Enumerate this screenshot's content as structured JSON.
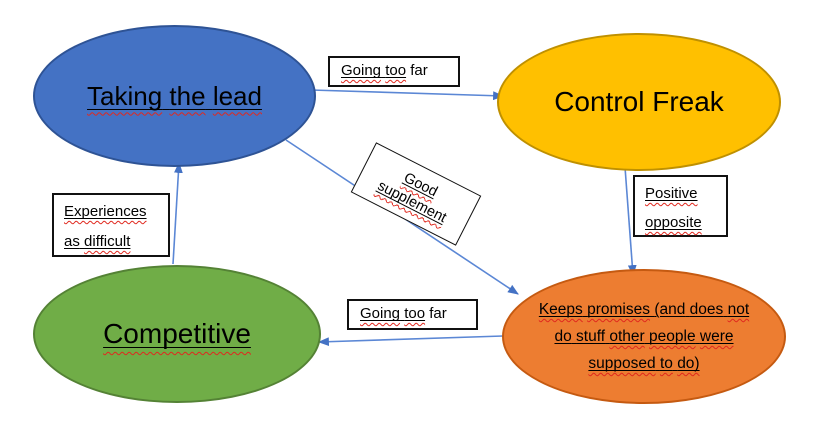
{
  "colors": {
    "canvas_bg": "#ffffff",
    "text": "#000000",
    "node_blue_fill": "#4472c4",
    "node_blue_border": "#2e5395",
    "node_gold_fill": "#ffc000",
    "node_gold_border": "#bf9000",
    "node_green_fill": "#70ad47",
    "node_green_border": "#548235",
    "node_orange_fill": "#ed7d31",
    "node_orange_border": "#c55a11",
    "connector": "#5b87d5",
    "connector_head": "#4472c4",
    "label_box_bg": "#ffffff",
    "label_box_border": "#111111",
    "squiggle": "#e0281e"
  },
  "nodes": {
    "taking_the_lead": {
      "label": "Taking the lead",
      "segments": [
        {
          "t": "Taking",
          "ul": true,
          "sq": true
        },
        {
          "t": "the",
          "ul": true,
          "sq": true
        },
        {
          "t": "lead",
          "ul": true,
          "sq": true
        }
      ]
    },
    "control_freak": {
      "label": "Control Freak",
      "segments": [
        {
          "t": "Control"
        },
        {
          "t": "Freak"
        }
      ]
    },
    "competitive": {
      "label": "Competitive",
      "segments": [
        {
          "t": "Competitive",
          "ul": true,
          "sq": true
        }
      ]
    },
    "keeps_promises": {
      "label": "Keeps promises (and does not do stuff other people were supposed to do)",
      "segments": [
        {
          "t": "Keeps",
          "ul": true,
          "sq": true
        },
        {
          "t": "promises",
          "ul": true,
          "sq": true
        },
        {
          "t": "(and",
          "ul": true
        },
        {
          "t": "does",
          "ul": true
        },
        {
          "t": "not",
          "ul": true,
          "sq": true
        },
        {
          "br": true
        },
        {
          "t": "do",
          "ul": true
        },
        {
          "t": "stuff",
          "ul": true
        },
        {
          "t": "other",
          "ul": true,
          "sq": true
        },
        {
          "t": "people",
          "ul": true,
          "sq": true
        },
        {
          "t": "were",
          "ul": true,
          "sq": true
        },
        {
          "br": true
        },
        {
          "t": "supposed",
          "ul": true,
          "sq": true
        },
        {
          "t": "to",
          "ul": true,
          "sq": true
        },
        {
          "t": "do)",
          "ul": true,
          "sq": true
        }
      ]
    }
  },
  "edge_labels": {
    "going_too_far_top": {
      "label": "Going too far",
      "segments": [
        {
          "t": "Going",
          "ul": true,
          "sq": true
        },
        {
          "t": "too",
          "ul": true,
          "sq": true
        },
        {
          "t": "far"
        }
      ]
    },
    "good_supplement": {
      "label": "Good supplement",
      "segments": [
        {
          "t": "Good",
          "ul": true,
          "sq": true
        },
        {
          "br": true
        },
        {
          "t": "supplement",
          "ul": true,
          "sq": true
        }
      ]
    },
    "positive_opposite": {
      "label": "Positive opposite",
      "segments": [
        {
          "t": "Positive",
          "ul": true,
          "sq": true
        },
        {
          "br": true
        },
        {
          "t": "opposite",
          "ul": true,
          "sq": true
        }
      ]
    },
    "experiences_as_difficult": {
      "label": "Experiences as difficult",
      "segments": [
        {
          "t": "Experiences",
          "ul": true,
          "sq": true
        },
        {
          "br": true
        },
        {
          "t": "as",
          "ul": true
        },
        {
          "t": "difficult",
          "ul": true,
          "sq": true
        }
      ]
    },
    "going_too_far_bottom": {
      "label": "Going too far",
      "segments": [
        {
          "t": "Going",
          "ul": true,
          "sq": true
        },
        {
          "t": "too",
          "ul": true,
          "sq": true
        },
        {
          "t": "far"
        }
      ]
    }
  },
  "edges": [
    {
      "from": "taking_the_lead",
      "to": "control_freak",
      "label": "Going too far"
    },
    {
      "from": "taking_the_lead",
      "to": "keeps_promises",
      "label": "Good supplement"
    },
    {
      "from": "control_freak",
      "to": "keeps_promises",
      "label": "Positive opposite"
    },
    {
      "from": "competitive",
      "to": "taking_the_lead",
      "label": "Experiences as difficult"
    },
    {
      "from": "keeps_promises",
      "to": "competitive",
      "label": "Going too far"
    }
  ]
}
